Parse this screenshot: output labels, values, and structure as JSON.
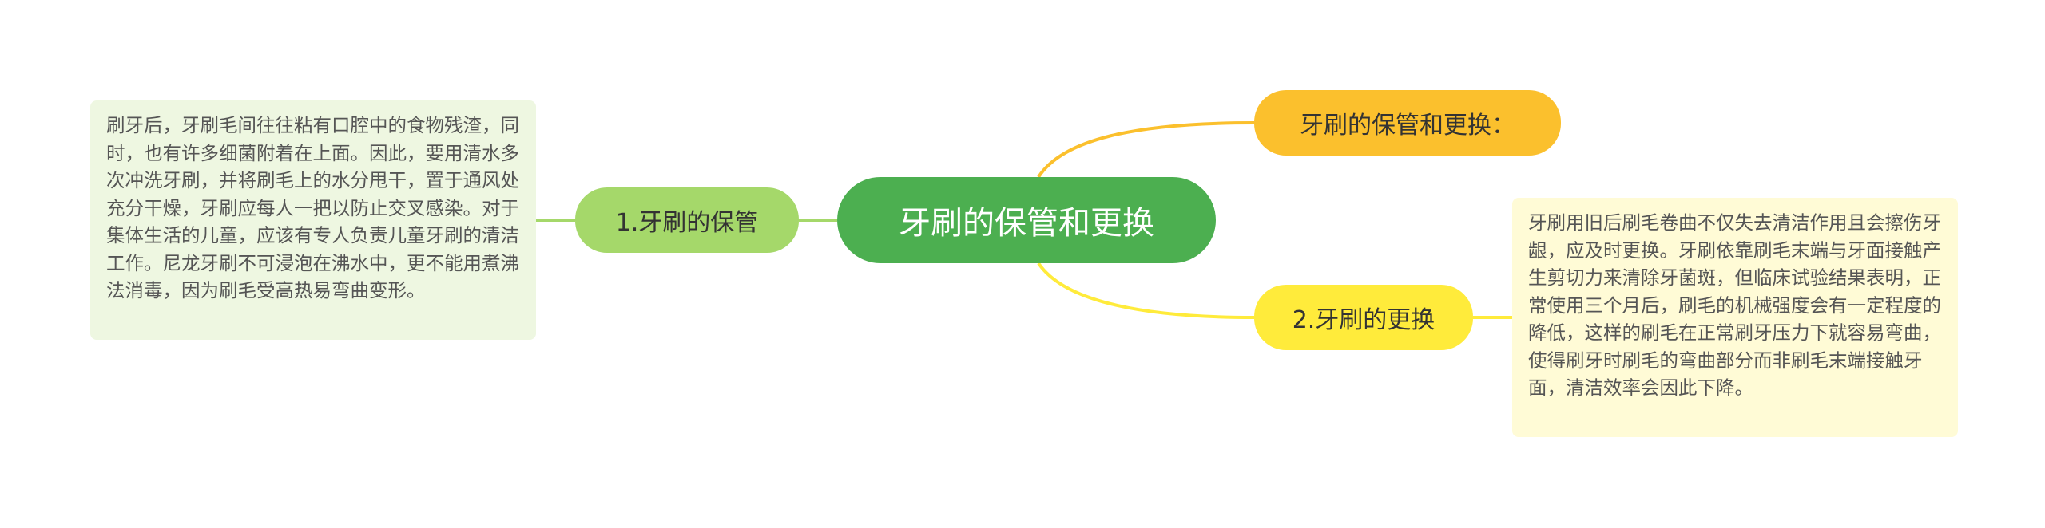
{
  "mindmap": {
    "center": {
      "label": "牙刷的保管和更换"
    },
    "branches": {
      "storage": {
        "label": "1.牙刷的保管",
        "note": "刷牙后，牙刷毛间往往粘有口腔中的食物残渣，同时，也有许多细菌附着在上面。因此，要用清水多次冲洗牙刷，并将刷毛上的水分甩干，置于通风处充分干燥，牙刷应每人一把以防止交叉感染。对于集体生活的儿童，应该有专人负责儿童牙刷的清洁工作。尼龙牙刷不可浸泡在沸水中，更不能用煮沸法消毒，因为刷毛受高热易弯曲变形。"
      },
      "title": {
        "label": "牙刷的保管和更换："
      },
      "replacement": {
        "label": "2.牙刷的更换",
        "note": "牙刷用旧后刷毛卷曲不仅失去清洁作用且会擦伤牙龈，应及时更换。牙刷依靠刷毛末端与牙面接触产生剪切力来清除牙菌斑，但临床试验结果表明，正常使用三个月后，刷毛的机械强度会有一定程度的降低，这样的刷毛在正常刷牙压力下就容易弯曲，使得刷牙时刷毛的弯曲部分而非刷毛末端接触牙面，清洁效率会因此下降。"
      }
    }
  },
  "colors": {
    "center": "#4caf50",
    "storage_branch": "#a5d86a",
    "storage_note_bg": "#eef7e1",
    "title_branch": "#fbc02d",
    "replacement_branch": "#ffeb3b",
    "replacement_note_bg": "#fffbd6"
  }
}
